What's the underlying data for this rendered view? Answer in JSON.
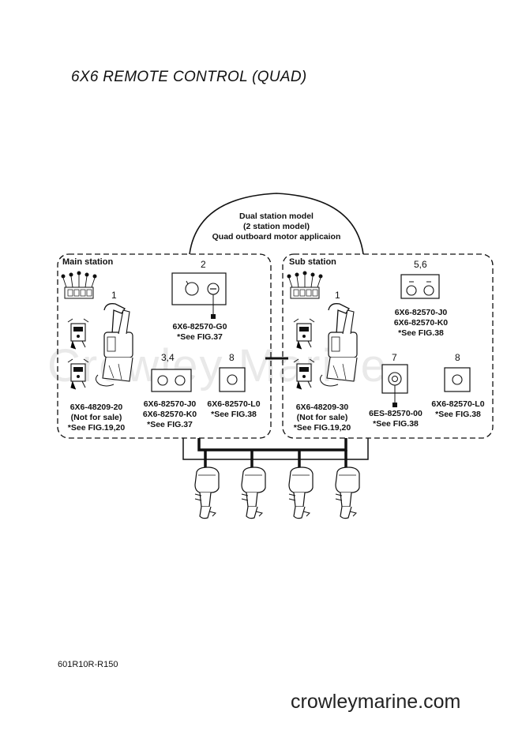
{
  "title": "6X6 REMOTE CONTROL (QUAD)",
  "watermark": "Crowley Marine",
  "footer": {
    "code": "601R10R-R150",
    "brand": "crowleymarine.com"
  },
  "dual_station": {
    "line1": "Dual station model",
    "line2": "(2 station model)",
    "line3": "Quad outboard motor applicaion"
  },
  "main_station": {
    "title": "Main station",
    "control_num": "1",
    "control_part": "6X6-48209-20",
    "control_note": "(Not for sale)",
    "control_ref": "*See FIG.19,20",
    "key_num": "2",
    "key_part": "6X6-82570-G0",
    "key_ref": "*See FIG.37",
    "dual_switch_num": "3,4",
    "dual_switch_part1": "6X6-82570-J0",
    "dual_switch_part2": "6X6-82570-K0",
    "dual_switch_ref": "*See FIG.37",
    "single_switch_num": "8",
    "single_switch_part": "6X6-82570-L0",
    "single_switch_ref": "*See FIG.38"
  },
  "sub_station": {
    "title": "Sub station",
    "control_num": "1",
    "control_part": "6X6-48209-30",
    "control_note": "(Not for sale)",
    "control_ref": "*See FIG.19,20",
    "dual_switch_num": "5,6",
    "dual_switch_part1": "6X6-82570-J0",
    "dual_switch_part2": "6X6-82570-K0",
    "dual_switch_ref": "*See FIG.38",
    "stop_switch_num": "7",
    "stop_switch_part": "6ES-82570-00",
    "stop_switch_ref": "*See FIG.38",
    "single_switch_num": "8",
    "single_switch_part": "6X6-82570-L0",
    "single_switch_ref": "*See FIG.38"
  }
}
